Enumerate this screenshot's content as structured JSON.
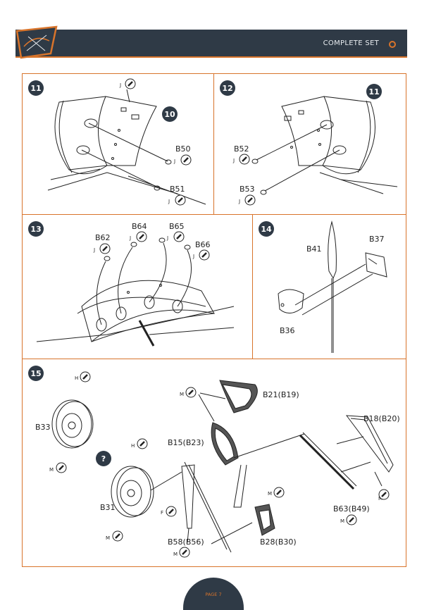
{
  "header": {
    "set_title": "COMPLETE SET",
    "brand_logo": "clear-prop-logo",
    "accent_color": "#d8742b",
    "bar_color": "#2f3a46"
  },
  "steps": [
    {
      "number": "11",
      "parts": [
        {
          "label": "B50",
          "tool": "J"
        },
        {
          "label": "B51",
          "tool": "J"
        }
      ],
      "top_tool": "J",
      "ref_step": "10"
    },
    {
      "number": "12",
      "parts": [
        {
          "label": "B52",
          "tool": "J"
        },
        {
          "label": "B53",
          "tool": "J"
        }
      ],
      "ref_step": "11"
    },
    {
      "number": "13",
      "parts": [
        {
          "label": "B62",
          "tool": "J"
        },
        {
          "label": "B64",
          "tool": "J"
        },
        {
          "label": "B65",
          "tool": "J"
        },
        {
          "label": "B66",
          "tool": "J"
        }
      ]
    },
    {
      "number": "14",
      "parts": [
        {
          "label": "B41"
        },
        {
          "label": "B37"
        },
        {
          "label": "B36"
        }
      ]
    },
    {
      "number": "15",
      "question_mark": "?",
      "parts": [
        {
          "label": "B33",
          "tool_top": "H",
          "tool_bottom": "M"
        },
        {
          "label": "B31",
          "tool_top": "H",
          "tool_bottom": "M"
        },
        {
          "label": "B21(B19)",
          "tool": "M"
        },
        {
          "label": "B15(B23)"
        },
        {
          "label": "B18(B20)"
        },
        {
          "label": "B63(B49)",
          "tool": "M"
        },
        {
          "label": "B58(B56)",
          "tool": "M"
        },
        {
          "label": "B28(B30)",
          "tool": "M"
        },
        {
          "label": "",
          "tool": "F"
        },
        {
          "label": "",
          "tool": "M"
        }
      ]
    }
  ],
  "footer": {
    "page_label": "PAGE 7"
  }
}
